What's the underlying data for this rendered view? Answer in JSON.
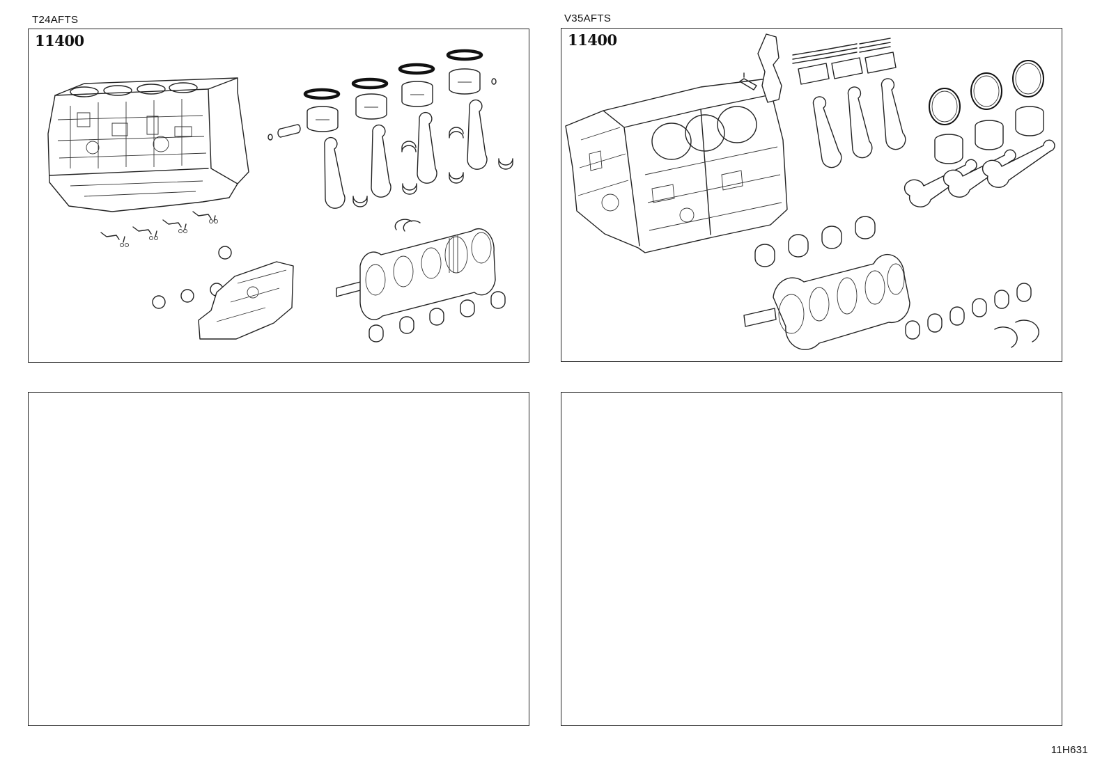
{
  "panels": [
    {
      "engine_code": "T24AFTS",
      "part_number": "11400"
    },
    {
      "engine_code": "V35AFTS",
      "part_number": "11400"
    },
    {
      "engine_code": "",
      "part_number": ""
    },
    {
      "engine_code": "",
      "part_number": ""
    }
  ],
  "sheet_id": "11H631",
  "icons": {
    "panel_1": [
      "engine-block-icon",
      "piston-icon",
      "piston-ring-set-icon",
      "connecting-rod-icon",
      "bearing-shell-icon",
      "crankshaft-icon",
      "oil-jet-icon",
      "oil-pump-icon",
      "gasket-ring-icon"
    ],
    "panel_2": [
      "engine-block-icon",
      "bracket-icon",
      "piston-ring-set-icon",
      "piston-icon",
      "connecting-rod-icon",
      "bearing-shell-icon",
      "crankshaft-icon",
      "thrust-washer-icon"
    ]
  },
  "colors": {
    "line": "#222222",
    "background": "#ffffff"
  }
}
